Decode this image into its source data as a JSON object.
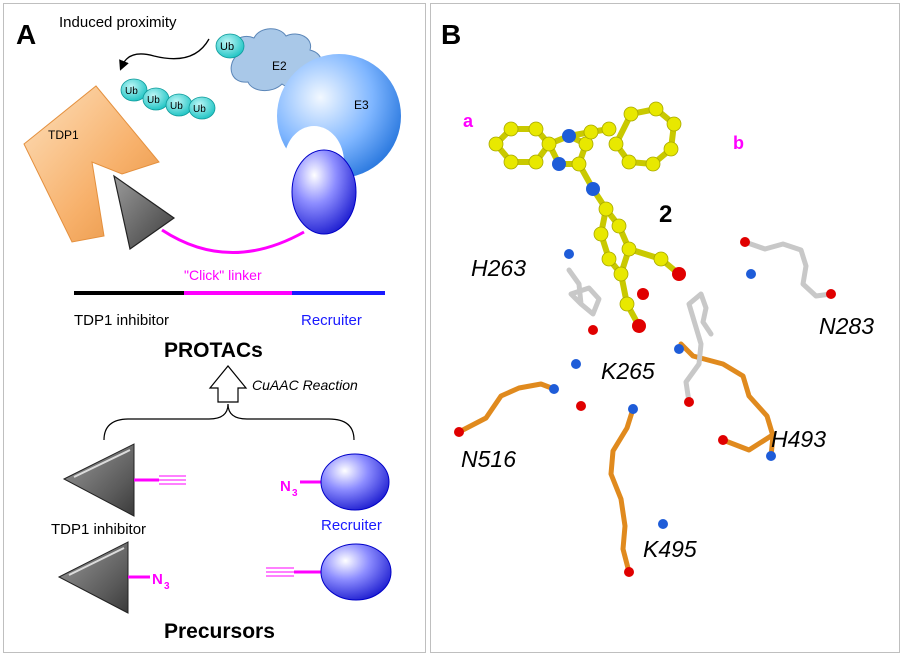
{
  "panel_a": {
    "letter": "A",
    "induced_proximity": "Induced proximity",
    "ub": "Ub",
    "e2": "E2",
    "e3": "E3",
    "tdp1": "TDP1",
    "click_linker": "\"Click\" linker",
    "tdp1_inhibitor": "TDP1 inhibitor",
    "recruiter": "Recruiter",
    "protacs": "PROTACs",
    "cuaac": "CuAAC Reaction",
    "n3": "N",
    "n3_sub": "3",
    "precursor_tdp1_inhibitor": "TDP1 inhibitor",
    "precursor_recruiter": "Recruiter",
    "precursors": "Precursors"
  },
  "panel_b": {
    "letter": "B",
    "site_a": "a",
    "site_b": "b",
    "compound": "2",
    "residues": [
      "H263",
      "N283",
      "K265",
      "N516",
      "H493",
      "K495"
    ]
  },
  "colors": {
    "magenta": "#ff00ff",
    "blue_text": "#1a1aff",
    "yellow_ligand": "#e8e800",
    "orange_residue": "#e08a1e",
    "grey_residue": "#c8c8c8",
    "nitrogen": "#1e5cd8",
    "oxygen": "#e00000",
    "ub_cyan": "#27d3d3"
  }
}
